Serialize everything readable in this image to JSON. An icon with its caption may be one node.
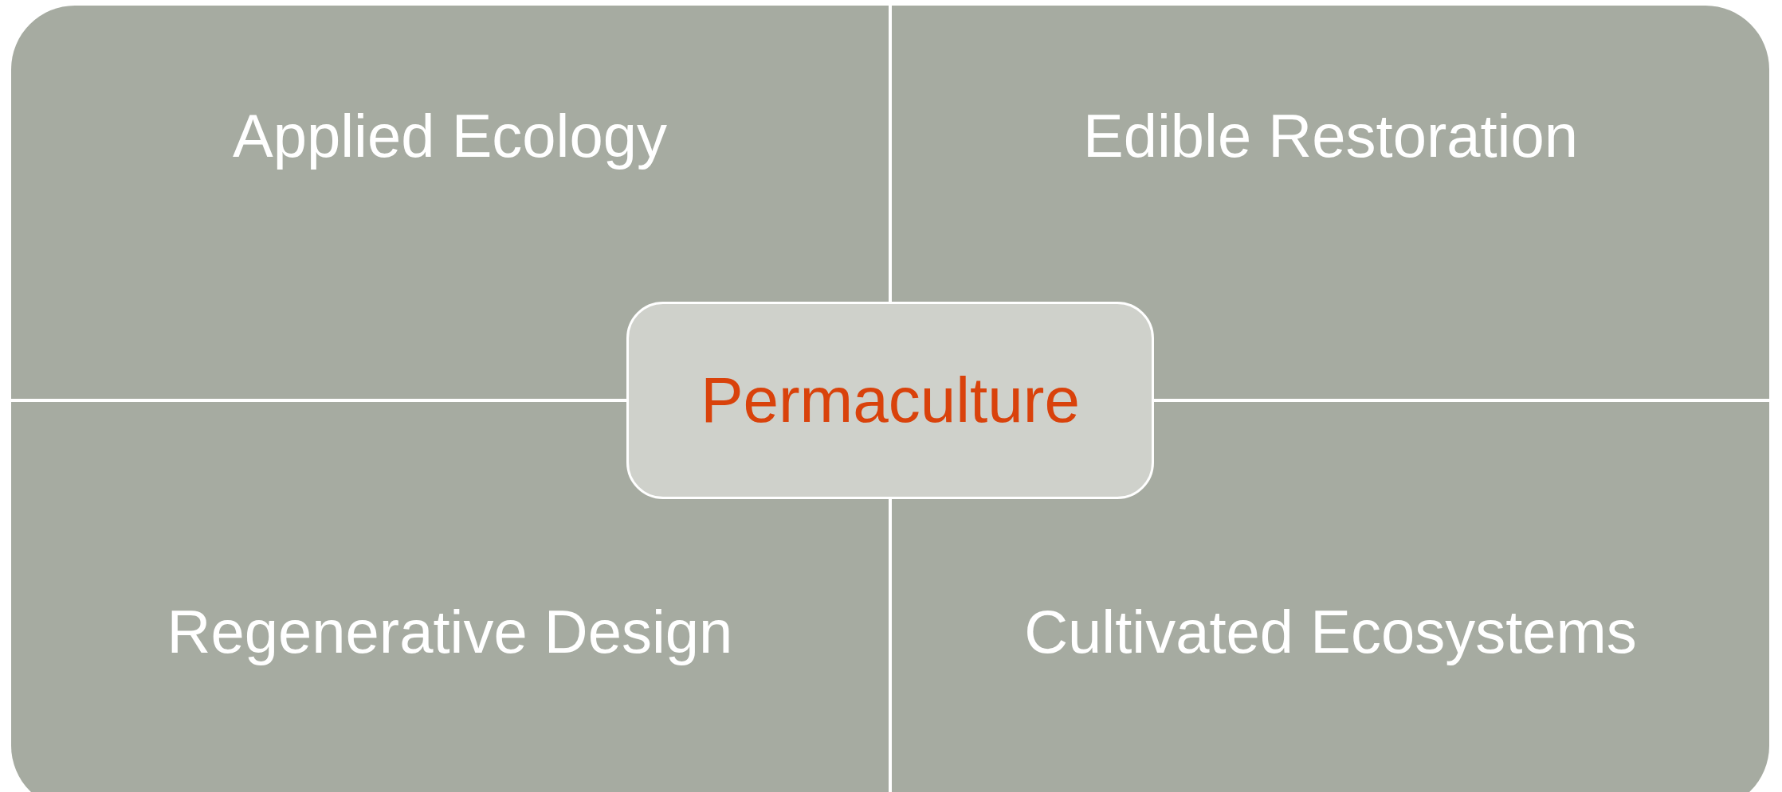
{
  "diagram": {
    "nodes": [
      {
        "text": [
          "Applied Ecology"
        ]
      },
      {
        "text": [
          "Edible Restoration"
        ]
      },
      {
        "text": [
          "Permaculture"
        ]
      },
      {
        "text": [
          "Regenerative Design"
        ]
      },
      {
        "text": [
          "Cultivated Ecosystems"
        ]
      }
    ]
  }
}
